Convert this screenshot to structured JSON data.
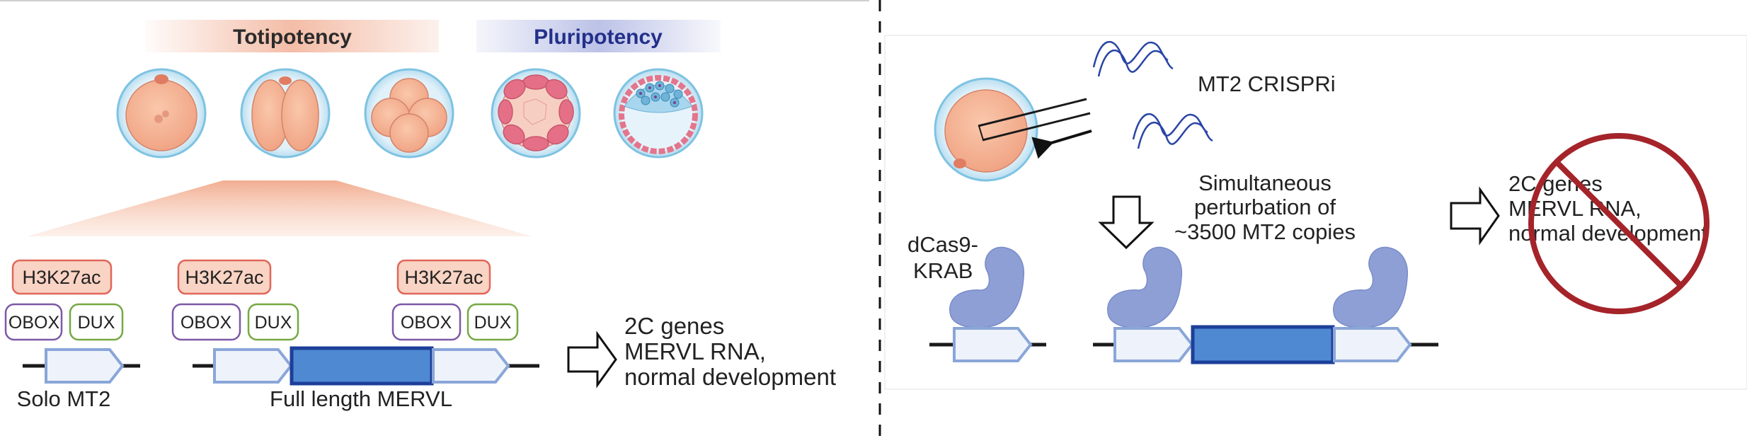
{
  "left_panel": {
    "stage_labels": {
      "totipotency": "Totipotency",
      "pluripotency": "Pluripotency"
    },
    "marks": {
      "histone": "H3K27ac",
      "obox": "OBOX",
      "dux": "DUX"
    },
    "element_labels": {
      "solo": "Solo MT2",
      "full": "Full length MERVL"
    },
    "outcome": [
      "2C genes",
      "MERVL RNA,",
      "normal development"
    ]
  },
  "right_panel": {
    "crispri_label": "MT2 CRISPRi",
    "perturbation": [
      "Simultaneous",
      "perturbation of",
      "~3500 MT2 copies"
    ],
    "dcas9": [
      "dCas9-",
      "KRAB"
    ],
    "outcome_blocked": [
      "2C genes",
      "MERVL RNA,",
      "normal development"
    ]
  },
  "colors": {
    "totipotency_band": "#f3b9a2",
    "pluripotency_band": "#b9bfe6",
    "h3k27ac_fill": "#f9d3c3",
    "h3k27ac_stroke": "#e0675a",
    "obox_stroke": "#7d58a6",
    "dux_stroke": "#76a843",
    "mt2_fill": "#eef3fb",
    "mt2_stroke": "#8aa6d8",
    "mervl_body": "#4f89d2",
    "mervl_stroke": "#1d3f9a",
    "dcas9": "#8e9fd6",
    "no_sign": "#a4242a"
  },
  "icons": [
    "embryo-icon",
    "dcas9-protein-icon",
    "guide-rna-icon",
    "hollow-arrow-icon",
    "no-sign-icon"
  ]
}
